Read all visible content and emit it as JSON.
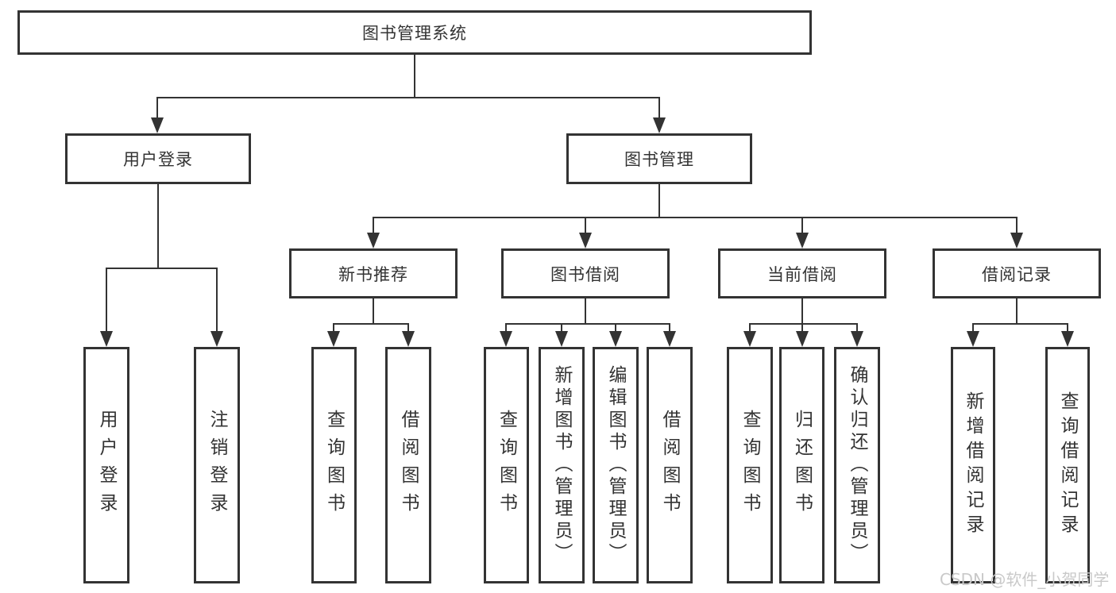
{
  "diagram": {
    "title": "图书管理系统",
    "level2": [
      {
        "label": "用户登录"
      },
      {
        "label": "图书管理"
      }
    ],
    "level3": [
      {
        "label": "新书推荐"
      },
      {
        "label": "图书借阅"
      },
      {
        "label": "当前借阅"
      },
      {
        "label": "借阅记录"
      }
    ],
    "leaves": {
      "login": [
        "用户登录",
        "注销登录"
      ],
      "recommend": [
        "查询图书",
        "借阅图书"
      ],
      "borrow": [
        "查询图书",
        "新增图书（管理员）",
        "编辑图书（管理员）",
        "借阅图书"
      ],
      "current": [
        "查询图书",
        "归还图书",
        "确认归还（管理员）"
      ],
      "records": [
        "新增借阅记录",
        "查询借阅记录"
      ]
    },
    "watermark": "CSDN @软件_小贺同学",
    "colors": {
      "line": "#333333",
      "box_border": "#333333",
      "text": "#333333",
      "watermark": "#c9c9c9",
      "background": "#ffffff"
    }
  }
}
